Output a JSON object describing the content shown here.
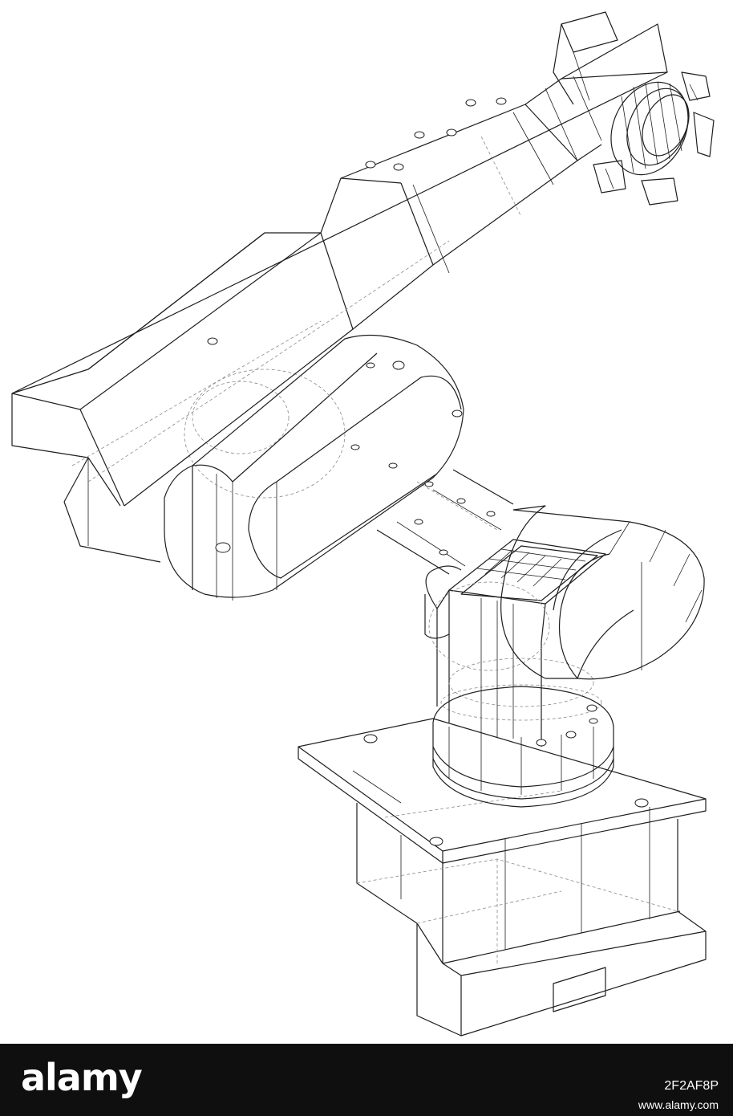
{
  "illustration": {
    "subject": "wireframe-robotic-arm",
    "line_color": "#1e1e1e",
    "hidden_line_color": "#8a8a8a",
    "background_color": "#ffffff"
  },
  "footer": {
    "logo_text": "alamy",
    "image_id": "2F2AF8P",
    "url": "www.alamy.com",
    "background_color": "#0f0f0f",
    "text_color": "#ffffff"
  }
}
